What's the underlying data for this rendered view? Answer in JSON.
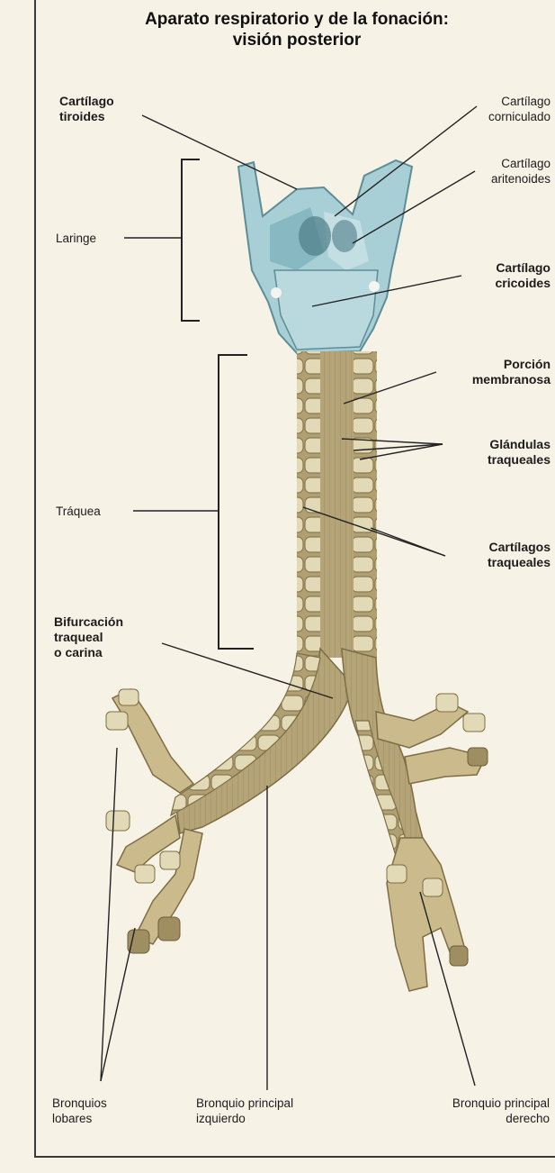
{
  "title": {
    "line1": "Aparato respiratorio y de la fonación:",
    "line2": "visión posterior"
  },
  "labels": {
    "cartilago_tiroides": {
      "line1": "Cartílago",
      "line2": "tiroides"
    },
    "cartilago_corniculado": {
      "line1": "Cartílago",
      "line2": "corniculado"
    },
    "cartilago_aritenoides": {
      "line1": "Cartílago",
      "line2": "aritenoides"
    },
    "laringe": "Laringe",
    "cartilago_cricoides": {
      "line1": "Cartílago",
      "line2": "cricoides"
    },
    "porcion_membranosa": {
      "line1": "Porción",
      "line2": "membranosa"
    },
    "glandulas_traqueales": {
      "line1": "Glándulas",
      "line2": "traqueales"
    },
    "traquea": "Tráquea",
    "cartilagos_traqueales": {
      "line1": "Cartílagos",
      "line2": "traqueales"
    },
    "bifurcacion": {
      "line1": "Bifurcación",
      "line2": "traqueal",
      "line3": "o carina"
    },
    "bronquios_lobares": {
      "line1": "Bronquios",
      "line2": "lobares"
    },
    "bronquio_izquierdo": {
      "line1": "Bronquio principal",
      "line2": "izquierdo"
    },
    "bronquio_derecho": {
      "line1": "Bronquio principal",
      "line2": "derecho"
    }
  },
  "colors": {
    "cartilage_larynx": "#a9cfd6",
    "cartilage_larynx_dark": "#6f9ea8",
    "trachea_tissue": "#b8a77a",
    "trachea_ring": "#ddd4b0",
    "line": "#222222",
    "background": "#f7f2e6"
  }
}
